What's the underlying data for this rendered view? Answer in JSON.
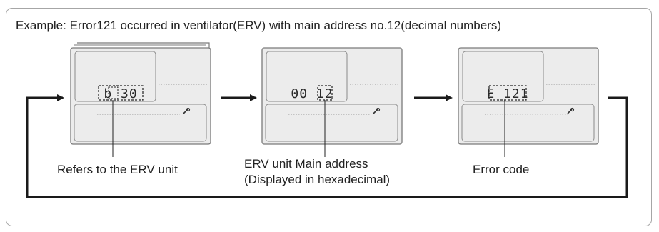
{
  "title": "Example: Error121 occurred in ventilator(ERV) with main address no.12(decimal numbers)",
  "steps": [
    {
      "display": "b 30",
      "label": "Refers to the ERV unit"
    },
    {
      "display": "00 12",
      "label_line1": "ERV unit Main address",
      "label_line2": "(Displayed in hexadecimal)"
    },
    {
      "display": "E 121",
      "label": "Error code"
    }
  ],
  "icons": [
    "wrench-icon",
    "wrench-icon",
    "wrench-icon"
  ],
  "colors": {
    "frame": "#a6a6a6",
    "panel_bg": "#ececec",
    "panel_border": "#7a7a7a",
    "arrow": "#1a1a1a"
  }
}
